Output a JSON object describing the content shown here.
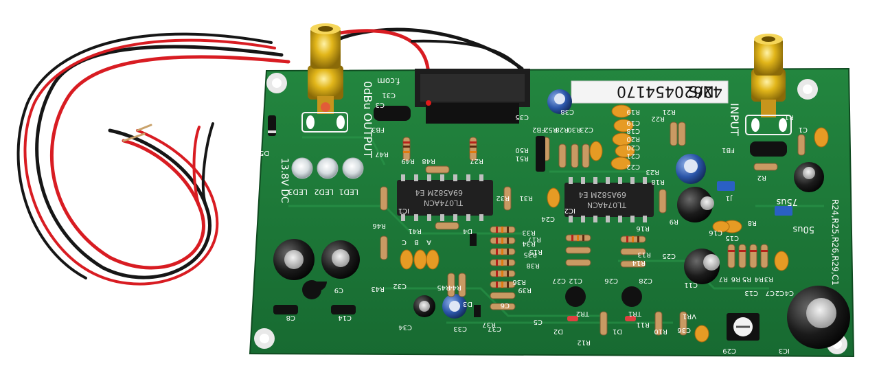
{
  "photo": {
    "serial_label": "S/N",
    "serial_number": "42620454170",
    "output_label": "0dBu OUTPUT",
    "input_label": "INPUT",
    "power_label": "13.8V DC",
    "url_fragment": "f.com",
    "mode_label_1": "75us",
    "mode_label_2": "50us",
    "right_edge_text": "R24,R25,R26,R29,C1",
    "ic_markings": [
      "69A582M E4",
      "TL074ACN",
      "69A582M E4",
      "TL074ACN"
    ],
    "led_labels": [
      "LED3",
      "LED2",
      "LED1"
    ],
    "component_labels": [
      "D5",
      "C3",
      "C31",
      "FB3",
      "C35",
      "C38",
      "FB2",
      "R52",
      "R28",
      "R30",
      "C23",
      "C19",
      "C18",
      "R19",
      "R22",
      "R21",
      "C21",
      "C20",
      "C22",
      "R20",
      "R23",
      "R18",
      "R47",
      "R49",
      "R48",
      "R27",
      "R51",
      "R50",
      "R32",
      "R31",
      "C24",
      "R46",
      "R41",
      "R33",
      "R34",
      "R35",
      "R38",
      "R36",
      "R39",
      "R37",
      "R17",
      "R15",
      "R16",
      "R14",
      "R13",
      "R11",
      "D4",
      "C",
      "B",
      "A",
      "C32",
      "R45",
      "R44",
      "D3",
      "R43",
      "C34",
      "C33",
      "C37",
      "C6",
      "C5",
      "C27",
      "C12",
      "C26",
      "C28",
      "TR2",
      "TR1",
      "D2",
      "D1",
      "R12",
      "R10",
      "C36",
      "VR1",
      "C29",
      "IC3",
      "C9",
      "C8",
      "C14",
      "C16",
      "C15",
      "C11",
      "C25",
      "R9",
      "R8",
      "R7",
      "R6",
      "R5",
      "R4",
      "R3",
      "C2",
      "C4",
      "C7",
      "C13",
      "R1",
      "R2",
      "FB1",
      "C1",
      "J1",
      "IC1",
      "IC2"
    ],
    "colors": {
      "pcb_green": "#1f7a3a",
      "pcb_green_dark": "#145c2a",
      "silkscreen": "#f4f4f4",
      "rca_gold": "#e2b61a",
      "cable_red": "#d81c22",
      "cable_black": "#161616",
      "cap_ceramic": "#e69b24",
      "cap_electrolytic_blue": "#2a55a8",
      "cap_electrolytic_black": "#1b1b1b",
      "resistor_body": "#c99a63"
    },
    "objects": [
      "printed-circuit-board",
      "rca-jack-output",
      "rca-jack-input",
      "power-cable-red-black",
      "connector-header",
      "op-amp-ic-left",
      "op-amp-ic-right",
      "leds",
      "electrolytic-capacitors",
      "ceramic-capacitors",
      "resistors",
      "trimmer-potentiometer",
      "jumpers",
      "serial-number-sticker"
    ]
  }
}
